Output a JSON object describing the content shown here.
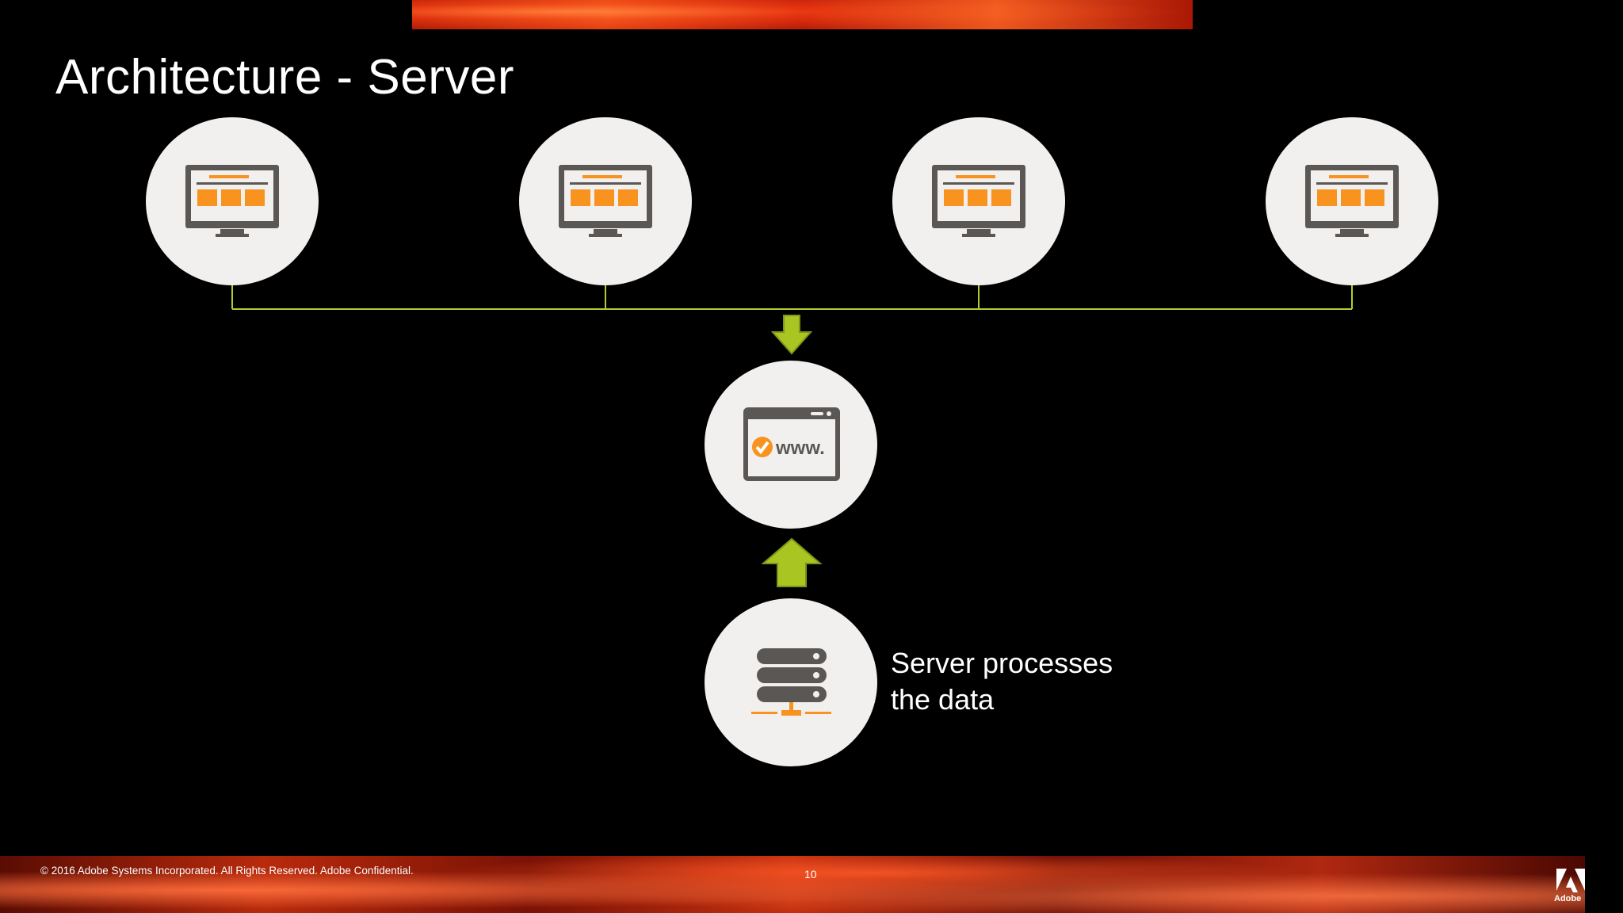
{
  "slide": {
    "title": "Architecture - Server",
    "caption": "Server processes the data",
    "footer": "© 2016 Adobe Systems Incorporated.  All Rights Reserved.  Adobe Confidential.",
    "page_number": "10",
    "logo_text": "Adobe"
  },
  "nodes": {
    "clients": [
      {
        "icon": "desktop-monitor-icon"
      },
      {
        "icon": "desktop-monitor-icon"
      },
      {
        "icon": "desktop-monitor-icon"
      },
      {
        "icon": "desktop-monitor-icon"
      }
    ],
    "web": {
      "icon": "browser-www-icon",
      "label": "www."
    },
    "server": {
      "icon": "server-stack-icon"
    }
  },
  "colors": {
    "background": "#000000",
    "circle": "#f2f0ee",
    "icon_gray": "#5b5755",
    "icon_orange": "#f7931e",
    "connector": "#b5cc2e",
    "arrow": "#a8c521"
  }
}
